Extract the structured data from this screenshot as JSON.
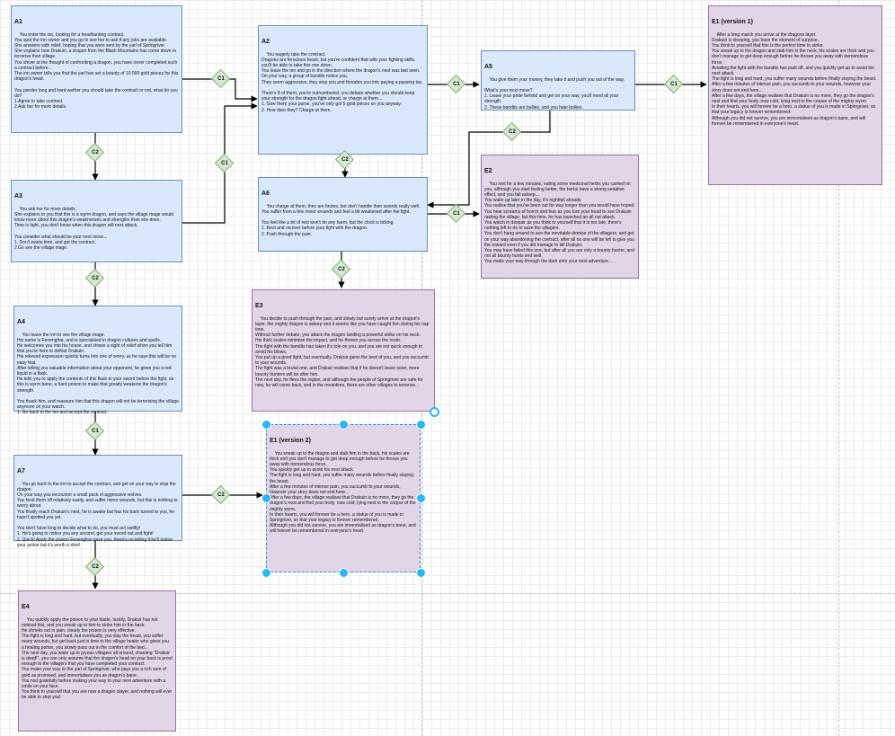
{
  "canvas": {
    "node_fill": "#dae8fc",
    "node_border": "#6c8ebf",
    "ending_fill": "#e1d5e7",
    "ending_border": "#9673a6",
    "choice_fill": "#d5e8d4",
    "choice_border": "#82b366",
    "selection_color": "#29b6f2"
  },
  "nodes": {
    "A1": {
      "title": "A1",
      "body": "You enter the inn, looking for a headhunting contract.\nYou spot the inn owner and you go to see her to ask if any jobs are available.\nShe answers with relief, hoping that you were sent by the yarl of Springriver.\nShe explains how Drakuin, a dragon from the Black Mountains has come down to terrorise their village.\nYou shiver at the thought of confronting a dragon, you have never completed such a contract before...\nThe inn owner tells you that the yarl has set a bounty of 10 000 gold pieces for this dragon's head.\n\nYou ponder long and hard wether you should take the contract or not, what do you do?\n1.Agree to take contract.\n2.Ask her for more details."
    },
    "A2": {
      "title": "A2",
      "body": "You eagerly take the contract.\nDragons are ferocious beast, but you're confident that with your fighting skills, you'll be able to take this one down.\nYou leave the inn and go in the direction where the dragon's nest was last seen.\nOn your way, a group of bandits notice you.\nThey seem aggressive, they stop you and threaten you into paying a passing tax.\n\nThere's 8 of them, you're outnumbered, you debate whether you should keep your strength for the dragon fight ahead, or charge at them...\n1. Give them your purse, you've only got 5 gold pieces on you anyway.\n2. How dare they? Charge at them."
    },
    "A3": {
      "title": "A3",
      "body": "You ask her for more details.\nShe explains to you that this is a wyrm dragon, and says the village mage would know more about this dragon's weaknesses and strengths than she does.\nTime is tight, you don't know when this dragon will next attack.\n\nYou consider what should be your next move...\n1. Don't waste time, and get the contract.\n2.Go see the village mage."
    },
    "A4": {
      "title": "A4",
      "body": "You leave the inn to see the village mage.\nHis name is Fenenghar, and is specialised in dragon cultures and spells.\nHe welcomes you into his house, and shows a sight of relief when you tell him that you're here to defeat Drakuin.\nHis relieved expression quickly turns into one of worry, as he says this will be no easy feat.\nAfter telling you valuable information about your opponent, he gives you a red liquid in a flask.\nHe tells you to apply the contents of this flask to your sword before the fight, as this is wyrm bane, a hard poison to make that greatly weakens the dragon's strength.\n\nYou thank him, and reassure him that this dragon will not be terrorising the village anymore on your watch.\n1. Go back to the inn and accept the contract."
    },
    "A5": {
      "title": "A5",
      "body": "You give them your money, they take it and push you out of the way.\n\nWhat's your next move?\n1. Leave your pride behind and get on your way, you'll need all your strength.\n2. These bandits are bullies, and you hate bullies."
    },
    "A6": {
      "title": "A6",
      "body": "You charge at them, they are brutes, but don't handle their swords really well.\nYou suffer from a few minor wounds and feel a bit weakened after the fight.\n\nYou feel like a bit of rest won't do any harm, but the clock is ticking.\n1. Rest and recover before your fight with the dragon.\n2. Push through the pain."
    },
    "A7": {
      "title": "A7",
      "body": "You go back to the inn to accept the contract, and get on your way to stop the dragon.\nOn your way you encounter a small pack of aggressive wolves.\nYou fend them off relatively easily, and suffer minor wounds, but this is nothing to worry about.\nYou finally reach Drakuin's nest, he is awake but has his back turned to you, he hasn't spotted you yet.\n\nYou don't have long to decide what to do, you must act swiftly!\n1. He's going to notice you any second, get your sword out and fight!\n2. Quick! Apply the poison Fenenghar gave you, there's no telling if he'll notice your action but it's worth a shot!"
    },
    "E1a": {
      "title": "E1 (version 1)",
      "body": "After a long march you arrive at the dragons layer.\nDrakuin is sleeping, you have the element of surprise.\nYou think to yourself that this is the perfect time to strike.\nYou sneak up to the dragon and stab him in the neck, his scales are thick and you don't manage to get deep enough before he throws you away with tremendous force.\nAvoiding the fight with the bandits has paid off, and you quickly get up to avoid his next attack.\nThe fight is long and hard, you suffer many wounds before finally slaying the beast.\nAfter a few minutes of intense pain, you succumb to your wounds, however your story does not end here...\nAfter a few days, the village realises that Drakuin is no more, they go the dragon's nest and find your body, now cold, lying next to the corpse of the mighty wyrm.\nIn their hearts, you will forever be a hero, a statue of you is made in Springriver, so that your legacy is forever remembered.\nAlthough you did not survive, you are immortalised as dragon's bane, and will forever be remembered in everyone's heart."
    },
    "E1b": {
      "title": "E1 (version 2)",
      "body": "You sneak up to the dragon and stab him in the back, his scales are thick and you don't manage to get deep enough before he throws you away with tremendous force.\nYou quickly get up to avoid his next attack.\nThe fight is long and hard, you suffer many wounds before finally slaying the beast.\nAfter a few minutes of intense pain, you succumb to your wounds, however your story does not end here...\nAfter a few days, the village realises that Drakuin is no more, they go the dragon's nest and find your body, now cold, lying next to the corpse of the mighty wyrm.\nIn their hearts, you will forever be a hero, a statue of you is made in Springriver, so that your legacy is forever remembered.\nAlthough you did not survive, you are immortalised as dragon's bane, and will forever be remembered in everyone's heart."
    },
    "E2": {
      "title": "E2",
      "body": "You rest for a few minutes, eating some medicinal herbs you carried on you, although you start feeling better, the herbs have a strong sedative effect, and you fall asleep...\nYou wake up later in the day, it's nightfall already.\nYou realise that you've been out for way longer than you would have hoped.\nYou hear screams of horror and fear as you turn your head to see Drakuin raiding the village, but this time, he has launched an all out attack.\nYou watch in despair as you think to yourself that it is too late, there's nothing left to do to save the villagers.\nYou don't hang around to see the inevitable demise of the villagers, and get on your way abandoning the contract, after all no one will be left to give you the reward even if you did manage to kill Drakuin.\nYou may have failed this one, but after all you are only a bounty hunter, and not all bounty hunts end well.\nYou make your way through the dark onto your next adventure..."
    },
    "E3": {
      "title": "E3",
      "body": "You decide to push through the pain, and slowly but surely arrive at the dragon's layer, the mighty dragon is asleep and it seems like you have caught him during his nap time.\nWithout further debate, you attack the dragon landing a powerful strike on his neck.\nHis thick scales minimise the impact, and he throws you across the room.\nThe fight with the bandits has taken it's tole on you, and you are not quick enough to avoid his blows.\nYou put up a good fight, but eventually, Drakuir gains the best of you, and you succumb to your wounds.\nThe fight was a brutal one, and Drakuir realises that if he doesn't leave soon, more bounty hunters will be after him.\nThe next day, he flees the region, and although the people of Springriver are safe for now, he will come back, and in the meantime, there are other villages to terrorise..."
    },
    "E4": {
      "title": "E4",
      "body": "You quickly apply the poison to your blade, luckily, Drakuir has not noticed this, and you sneak up to him to strike him in the back.\nHe shrieks out in pain, clearly the poison is very effective.\nThe fight is long and hard, but eventually, you slay the beast, you suffer many wounds, but get back just in time to the village healer who gives you a healing potion, you slowly pass out in the comfort of the bed...\nThe next day, you wake up to joyous villagers all around, chanting \"Drakuir is dead!\", you can only assume that the dragon's head on your back is proof enough to the villagers that you have completed your contract.\nYou make your way to the yarl of Springriver, who pays you a rich sum of gold as promised, and immortalises you as dragon's bane.\nYou nod gratefully before making your way to your next adventure with a smile on your face.\nYou think to yourself that you are now a dragon slayer, and nothing will ever be able to stop you!"
    }
  },
  "choices": [
    "C1",
    "C2",
    "C1",
    "C2",
    "C1",
    "C1",
    "C2",
    "C1",
    "C2",
    "C2",
    "C1",
    "C2"
  ]
}
